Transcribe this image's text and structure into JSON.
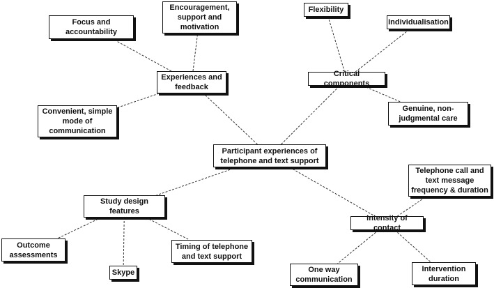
{
  "colors": {
    "line": "#333333",
    "box_border": "#111111",
    "shadow": "#111111",
    "background": "#ffffff"
  },
  "nodes": {
    "focus": "Focus and\naccountability",
    "encouragement": "Encouragement,\nsupport and\nmotivation",
    "flexibility": "Flexibility",
    "individualisation": "Individualisation",
    "experiences": "Experiences and\nfeedback",
    "critical": "Critical components",
    "convenient": "Convenient, simple\nmode of\ncommunication",
    "genuine": "Genuine, non-\njudgmental care",
    "center": "Participant experiences of\ntelephone and text support",
    "telephone_call": "Telephone call and\ntext message\nfrequency & duration",
    "study_design": "Study design\nfeatures",
    "intensity": "Intensity of contact",
    "outcome": "Outcome\nassessments",
    "timing": "Timing of telephone\nand text support",
    "skype": "Skype",
    "one_way": "One way\ncommunication",
    "intervention": "Intervention\nduration"
  },
  "edges": [
    [
      "center",
      "experiences"
    ],
    [
      "center",
      "critical"
    ],
    [
      "center",
      "study_design"
    ],
    [
      "center",
      "intensity"
    ],
    [
      "experiences",
      "focus"
    ],
    [
      "experiences",
      "encouragement"
    ],
    [
      "experiences",
      "convenient"
    ],
    [
      "critical",
      "flexibility"
    ],
    [
      "critical",
      "individualisation"
    ],
    [
      "critical",
      "genuine"
    ],
    [
      "study_design",
      "outcome"
    ],
    [
      "study_design",
      "skype"
    ],
    [
      "study_design",
      "timing"
    ],
    [
      "intensity",
      "telephone_call"
    ],
    [
      "intensity",
      "one_way"
    ],
    [
      "intensity",
      "intervention"
    ]
  ]
}
